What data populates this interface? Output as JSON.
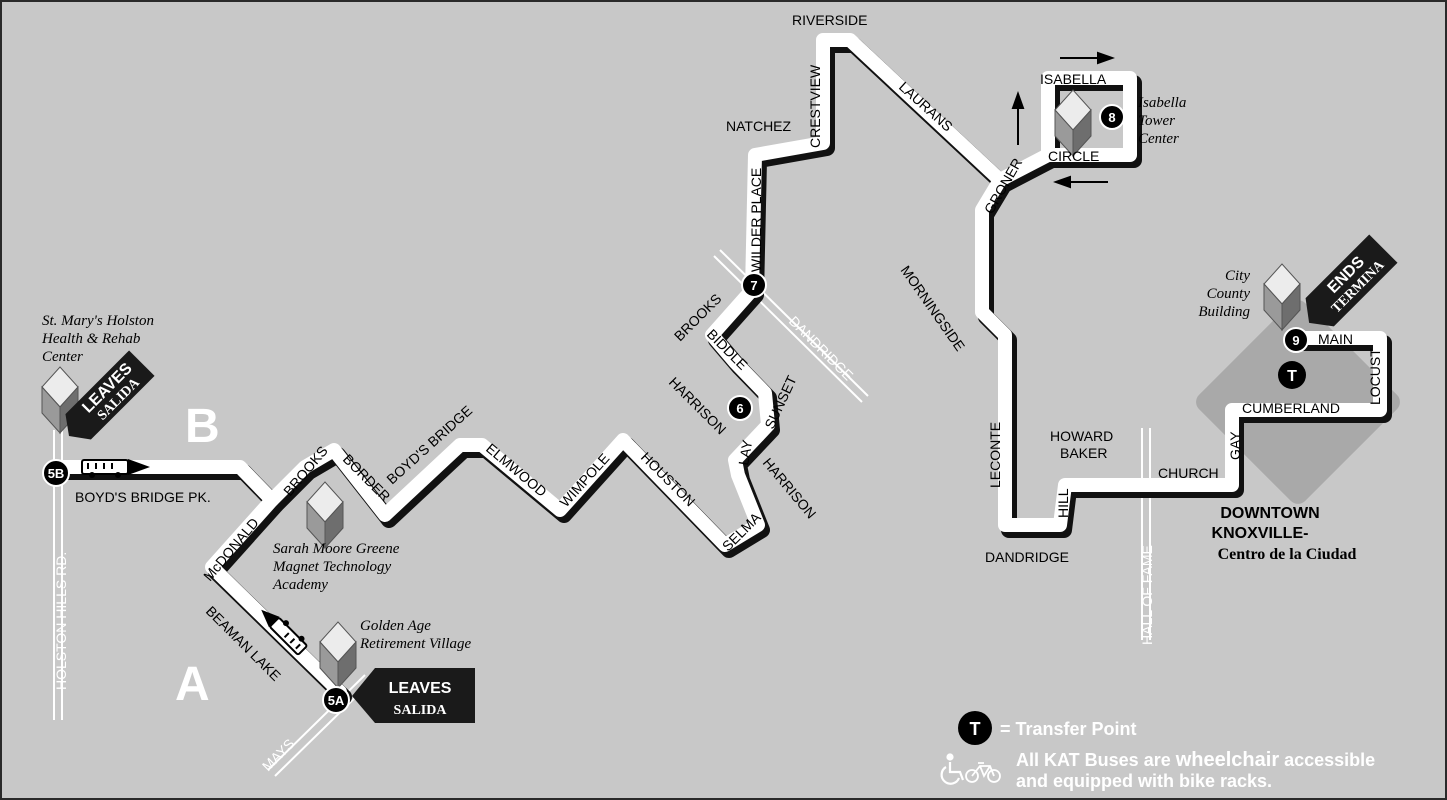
{
  "map": {
    "colors": {
      "background": "#c8c8c8",
      "route": "#ffffff",
      "shadow": "#111111",
      "flag": "#1a1a1a",
      "downtown": "#a9a9a9"
    },
    "branches": {
      "a": "A",
      "b": "B"
    },
    "streets": {
      "holston_hills": "HOLSTON HILLS RD.",
      "boyds_bridge_pk": "BOYD'S BRIDGE PK.",
      "mcdonald": "McDONALD",
      "brooks_1": "BROOKS",
      "border": "BORDER",
      "boyds_bridge": "BOYD'S BRIDGE",
      "elmwood": "ELMWOOD",
      "wimpole": "WIMPOLE",
      "houston": "HOUSTON",
      "selma": "SELMA",
      "harrison_1": "HARRISON",
      "lay": "LAY",
      "harrison_2": "HARRISON",
      "sunset": "SUNSET",
      "biddle": "BIDDLE",
      "brooks_2": "BROOKS",
      "dandridge_1": "DANDRIDGE",
      "wilder_place": "WILDER PLACE",
      "natchez": "NATCHEZ",
      "crestview": "CRESTVIEW",
      "riverside": "RIVERSIDE",
      "laurans": "LAURANS",
      "isabella": "ISABELLA",
      "circle": "CIRCLE",
      "groner": "GRONER",
      "morningside": "MORNINGSIDE",
      "leconte": "LECONTE",
      "dandridge_2": "DANDRIDGE",
      "hill": "HILL",
      "howard_baker_1": "HOWARD",
      "howard_baker_2": "BAKER",
      "hall_of_fame": "HALL OF FAME",
      "church": "CHURCH",
      "gay": "GAY",
      "cumberland": "CUMBERLAND",
      "locust": "LOCUST",
      "main": "MAIN",
      "beaman_lake": "BEAMAN LAKE",
      "mays": "MAYS"
    },
    "landmarks": {
      "st_marys_1": "St. Mary's Holston",
      "st_marys_2": "Health  & Rehab",
      "st_marys_3": "Center",
      "sarah_moore_1": "Sarah Moore Greene",
      "sarah_moore_2": "Magnet Technology",
      "sarah_moore_3": "Academy",
      "golden_age_1": "Golden Age",
      "golden_age_2": "Retirement Village",
      "isabella_1": "Isabella",
      "isabella_2": "Tower",
      "isabella_3": "Center",
      "city_county_1": "City",
      "city_county_2": "County",
      "city_county_3": "Building"
    },
    "stops": {
      "s5a": "5A",
      "s5b": "5B",
      "s6": "6",
      "s7": "7",
      "s8": "8",
      "s9": "9",
      "transfer": "T"
    },
    "flags": {
      "leaves_a": "LEAVES",
      "salida_a": "SALIDA",
      "leaves_b": "LEAVES",
      "salida_b": "SALIDA",
      "ends": "ENDS",
      "termina": "TERMINA"
    },
    "downtown": {
      "line1": "DOWNTOWN",
      "line2": "KNOXVILLE-",
      "line3": "Centro de la Ciudad"
    },
    "legend": {
      "transfer_symbol": "T",
      "transfer_text": "= Transfer Point",
      "access_1_a": "All KAT Buses are ",
      "access_1_b": "wheelchair",
      "access_1_c": " accessible",
      "access_2": "and equipped with bike racks.",
      "wheelchair_icon": "wheelchair-icon",
      "bicycle_icon": "bicycle-icon"
    }
  }
}
